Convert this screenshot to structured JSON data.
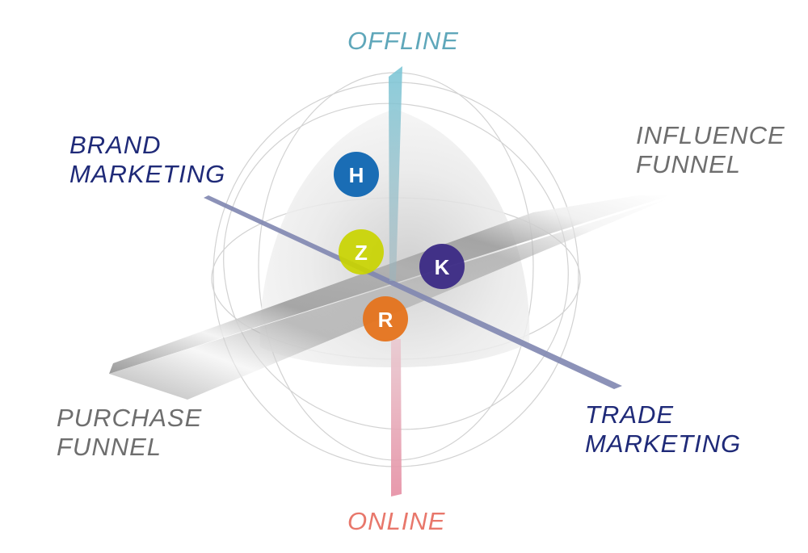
{
  "axes": {
    "offline": "OFFLINE",
    "online": "ONLINE",
    "brand_marketing": [
      "BRAND",
      "MARKETING"
    ],
    "trade_marketing": [
      "TRADE",
      "MARKETING"
    ],
    "influence_funnel": [
      "INFLUENCE",
      "FUNNEL"
    ],
    "purchase_funnel": [
      "PURCHASE",
      "FUNNEL"
    ]
  },
  "nodes": [
    {
      "letter": "H",
      "color": "#1a6db5"
    },
    {
      "letter": "Z",
      "color": "#c9d400"
    },
    {
      "letter": "K",
      "color": "#3b2a85"
    },
    {
      "letter": "R",
      "color": "#e5731c"
    }
  ],
  "colors": {
    "offline": "#7cc6d6",
    "online": "#eaa3b3",
    "brand_trade": "#7f86b0"
  }
}
